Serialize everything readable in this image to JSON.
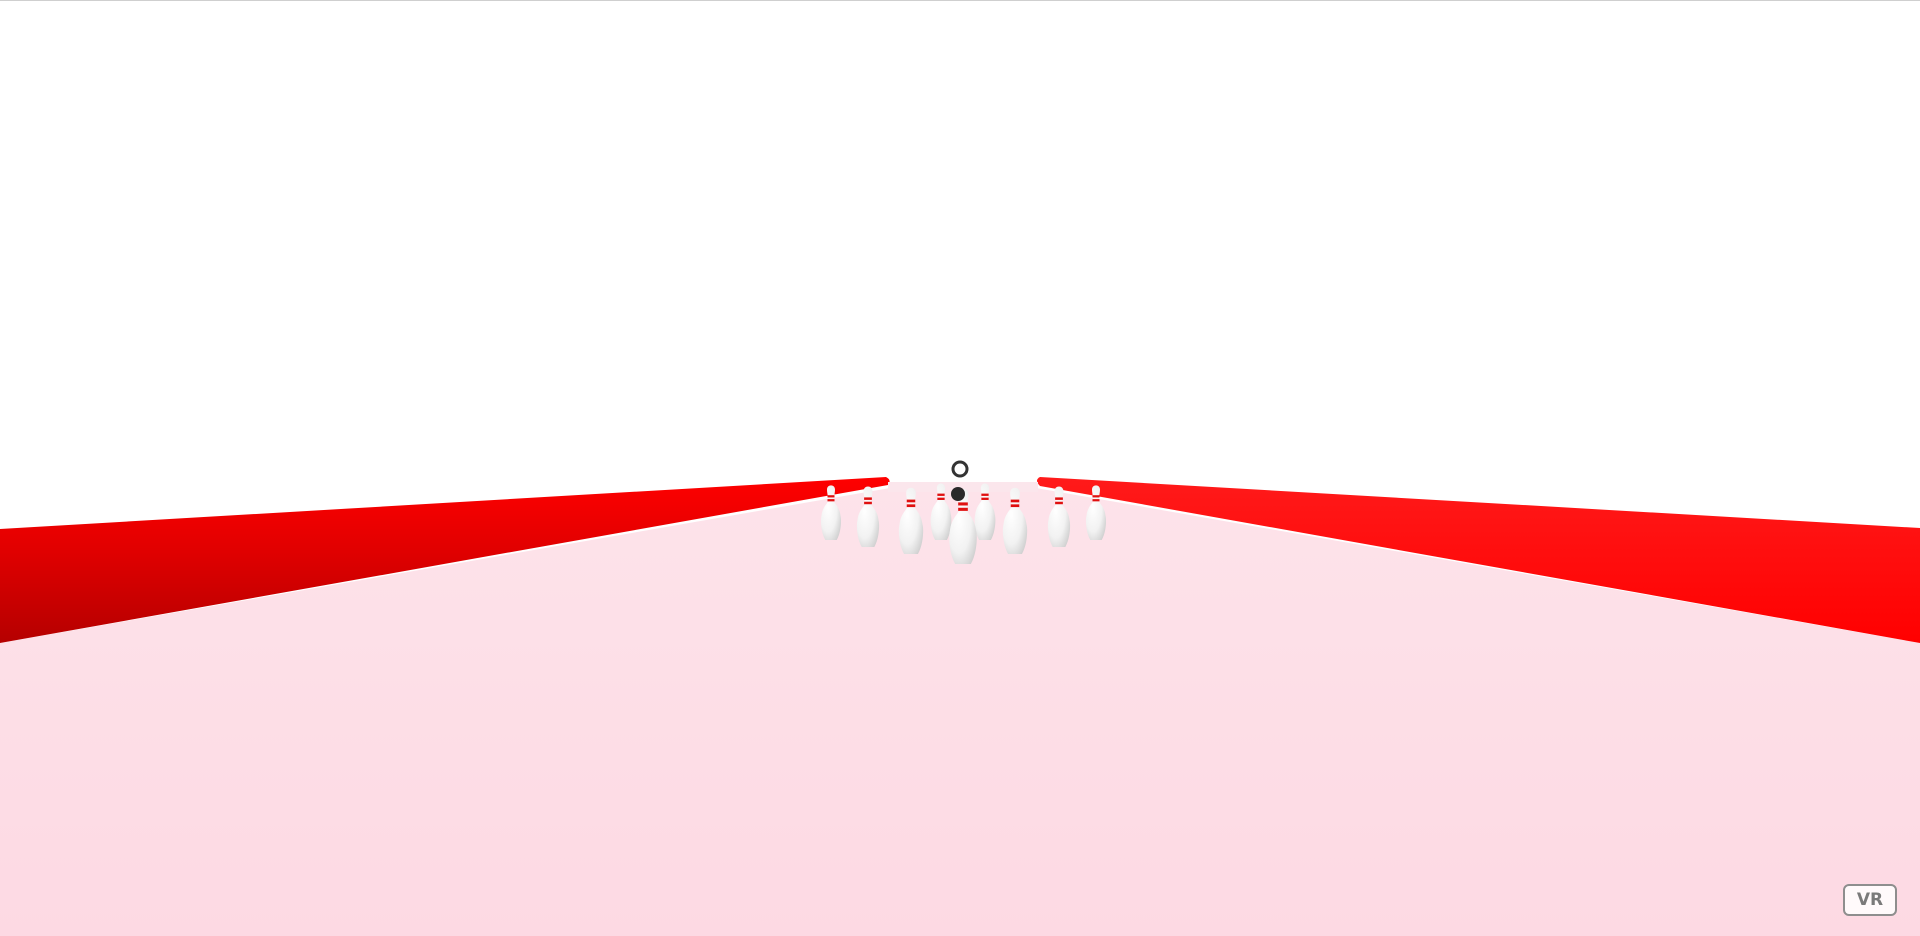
{
  "scene": {
    "type": "bowling-lane-3d",
    "colors": {
      "background": "#ffffff",
      "lane": "#fddbe5",
      "gutter_light": "#ff0000",
      "gutter_dark": "#b80000",
      "pin_body": "#f4f4f4",
      "pin_stripe": "#e01010",
      "cursor_ring": "#333333"
    },
    "pins_count": 10,
    "cursor": "reticle"
  },
  "controls": {
    "vr_label": "VR"
  }
}
